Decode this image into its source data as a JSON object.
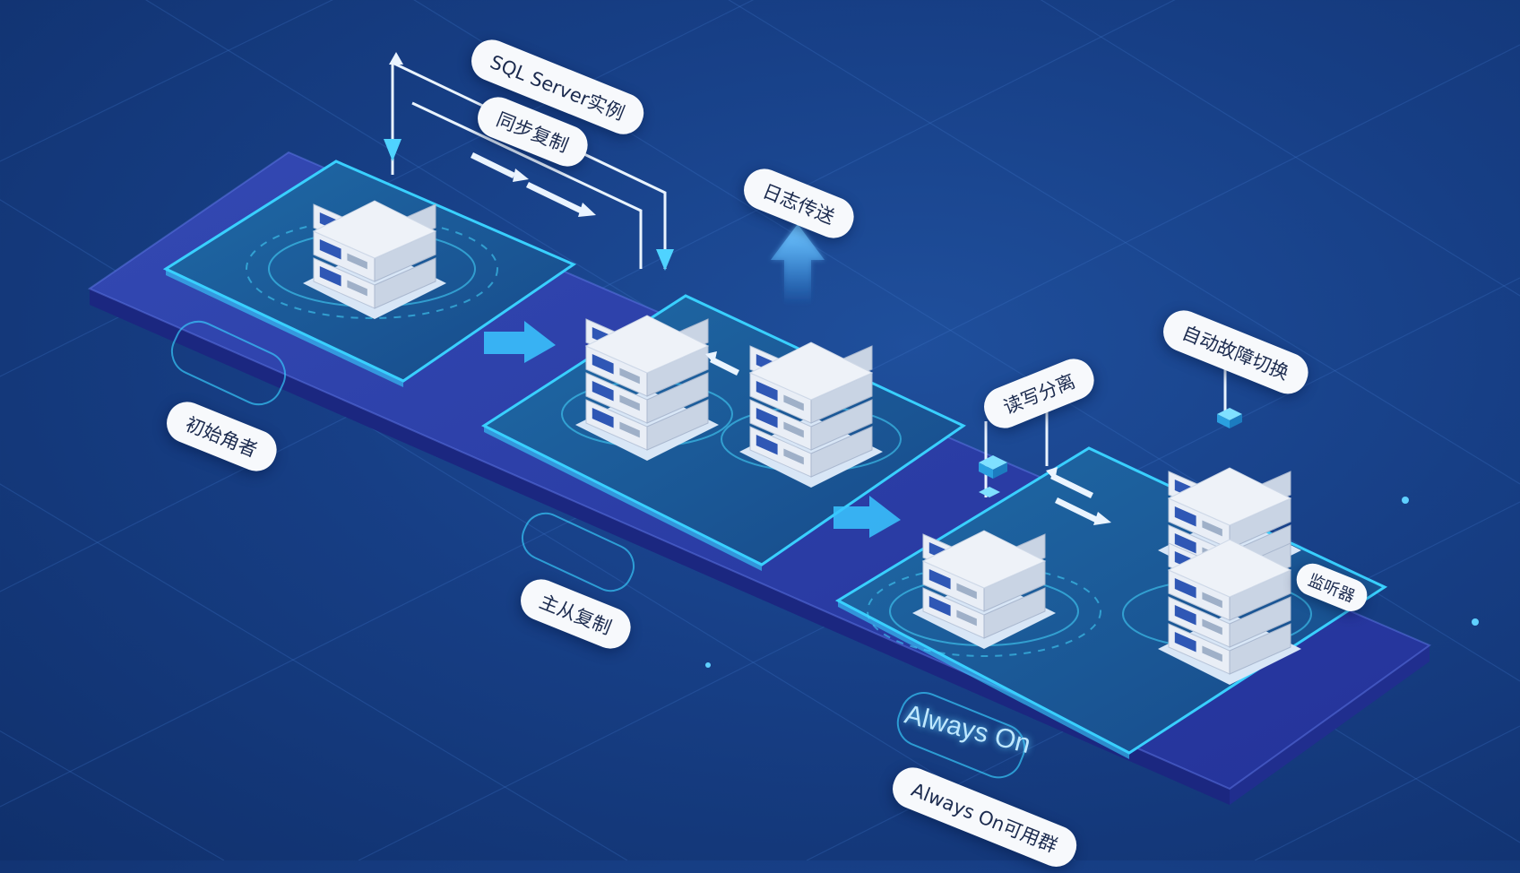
{
  "labels": {
    "sql_instance": "SQL Server实例",
    "sync_replication": "同步复制",
    "log_shipping": "日志传送",
    "initial": "初始角者",
    "master_slave": "主从复制",
    "read_write": "读写分离",
    "auto_failover": "自动故障切换",
    "listener": "监听器",
    "always_on": "Always On",
    "always_on_group": "Always On可用群"
  },
  "colors": {
    "background": "#173f86",
    "platform": "#2a3fa8",
    "panel": "#1c5a96",
    "glow": "#39d0ff",
    "server_body": "#eef2f8",
    "server_drive": "#2f57b5"
  }
}
